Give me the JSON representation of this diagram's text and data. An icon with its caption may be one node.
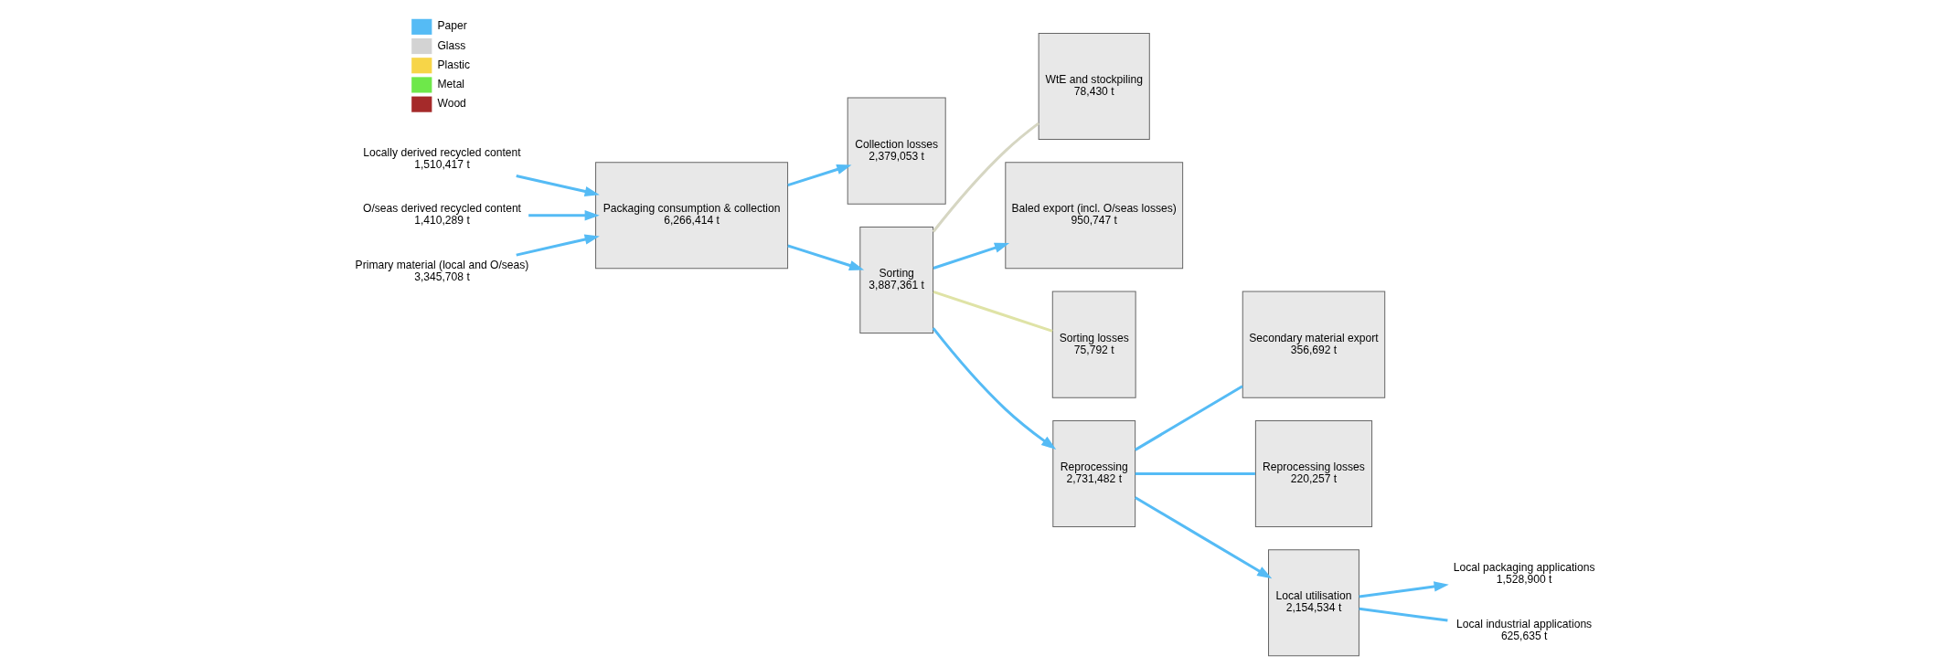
{
  "diagram": {
    "nodes": [
      {
        "text": [
          "Locally derived recycled content",
          "1,510,417 t"
        ]
      },
      {
        "text": [
          "O/seas derived recycled content",
          "1,410,289 t"
        ]
      },
      {
        "text": [
          "Primary material (local and O/seas)",
          "3,345,708 t"
        ]
      },
      {
        "text": [
          "Packaging consumption & collection",
          "6,266,414 t"
        ]
      },
      {
        "text": [
          "Collection losses",
          "2,379,053 t"
        ]
      },
      {
        "text": [
          "Sorting",
          "3,887,361 t"
        ]
      },
      {
        "text": [
          "WtE and stockpiling",
          "78,430 t"
        ]
      },
      {
        "text": [
          "Baled export (incl. O/seas losses)",
          "950,747 t"
        ]
      },
      {
        "text": [
          "Sorting losses",
          "75,792 t"
        ]
      },
      {
        "text": [
          "Reprocessing",
          "2,731,482 t"
        ]
      },
      {
        "text": [
          "Secondary material export",
          "356,692 t"
        ]
      },
      {
        "text": [
          "Reprocessing losses",
          "220,257 t"
        ]
      },
      {
        "text": [
          "Local utilisation",
          "2,154,534 t"
        ]
      },
      {
        "text": [
          "Local packaging applications",
          "1,528,900 t"
        ]
      },
      {
        "text": [
          "Local industrial applications",
          "625,635 t"
        ]
      }
    ],
    "edges": [
      {
        "from": 0,
        "to": 3,
        "arrow": "to"
      },
      {
        "from": 1,
        "to": 3,
        "arrow": "to"
      },
      {
        "from": 2,
        "to": 3,
        "arrow": "to"
      },
      {
        "from": 3,
        "to": 5,
        "arrow": "to"
      },
      {
        "from": 3,
        "to": 4,
        "arrow": "to"
      },
      {
        "from": 5,
        "to": 6,
        "arrow": "none",
        "color": "#d6d6c2"
      },
      {
        "from": 5,
        "to": 7,
        "arrow": "to"
      },
      {
        "from": 5,
        "to": 8,
        "arrow": "none",
        "color": "#dfe3a6"
      },
      {
        "from": 5,
        "to": 9,
        "arrow": "to"
      },
      {
        "from": 9,
        "to": 10,
        "arrow": "none"
      },
      {
        "from": 9,
        "to": 11,
        "arrow": "none"
      },
      {
        "from": 9,
        "to": 12,
        "arrow": "to"
      },
      {
        "from": 12,
        "to": 13,
        "arrow": "to"
      },
      {
        "from": 12,
        "to": 14,
        "arrow": "none"
      }
    ],
    "legend": [
      {
        "text": "Paper",
        "color": "#55bbf5"
      },
      {
        "text": "Glass",
        "color": "#d3d3d3"
      },
      {
        "text": "Plastic",
        "color": "#f7d548"
      },
      {
        "text": "Metal",
        "color": "#6ee84a"
      },
      {
        "text": "Wood",
        "color": "#a52a2a"
      }
    ]
  }
}
